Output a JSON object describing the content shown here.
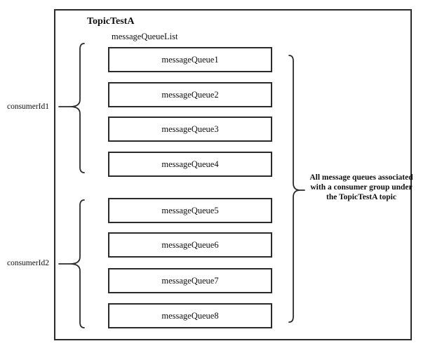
{
  "diagram": {
    "topic_title": "TopicTestA",
    "queue_list_label": "messageQueueList",
    "queues": [
      "messageQueue1",
      "messageQueue2",
      "messageQueue3",
      "messageQueue4",
      "messageQueue5",
      "messageQueue6",
      "messageQueue7",
      "messageQueue8"
    ],
    "consumer_groups": [
      {
        "label": "consumerId1",
        "queues_spanned": [
          "messageQueue1",
          "messageQueue2",
          "messageQueue3",
          "messageQueue4"
        ]
      },
      {
        "label": "consumerId2",
        "queues_spanned": [
          "messageQueue5",
          "messageQueue6",
          "messageQueue7",
          "messageQueue8"
        ]
      }
    ],
    "annotation": {
      "text": "All message queues associated with a consumer group under the TopicTestA topic",
      "lines": [
        "All message queues associated",
        "with a consumer group under",
        "the TopicTestA topic"
      ]
    },
    "colors": {
      "line": "#2b2b2b",
      "text": "#0f0f0f",
      "background": "#ffffff"
    }
  }
}
